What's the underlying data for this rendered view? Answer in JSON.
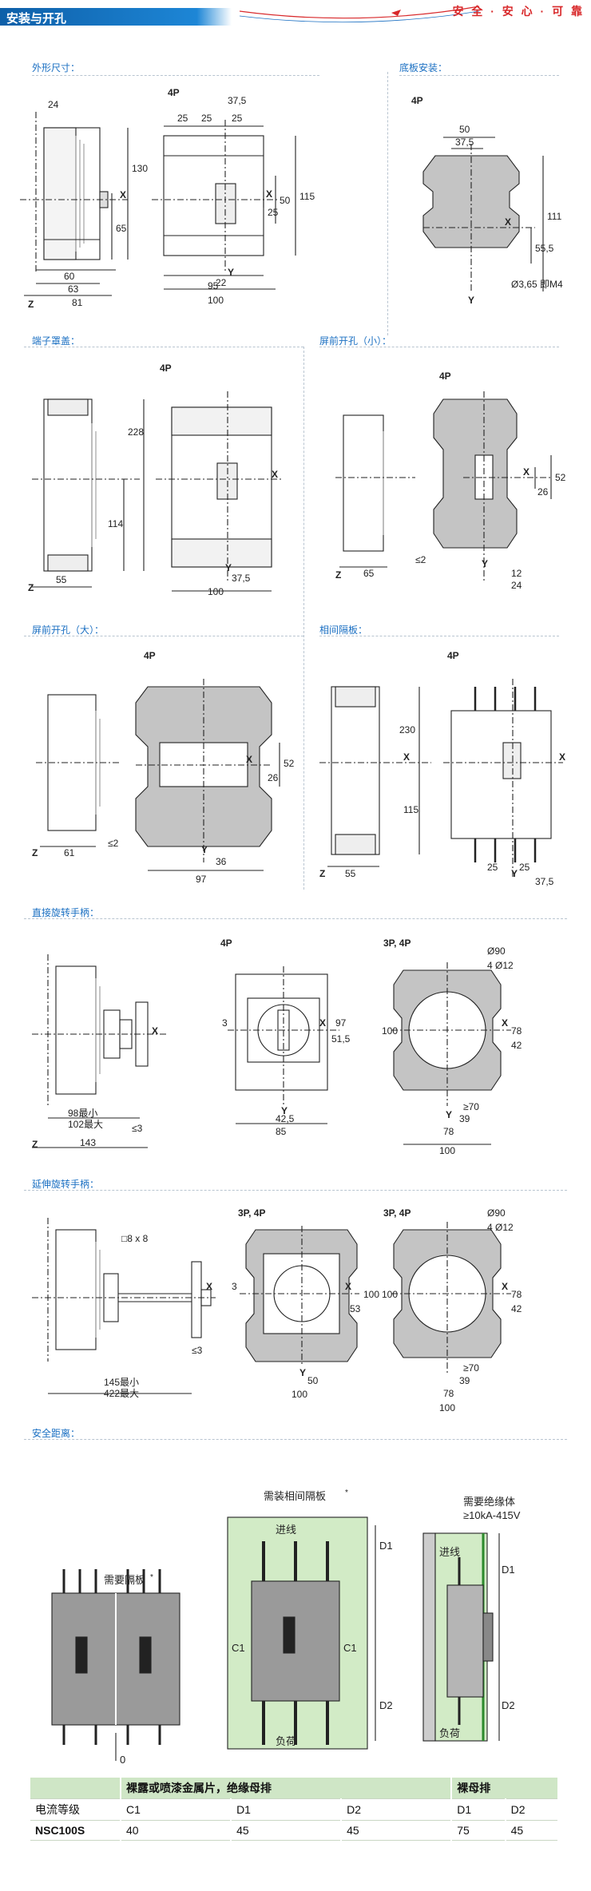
{
  "header": {
    "title": "安装与开孔",
    "brand": "安 全 · 安 心 · 可 靠"
  },
  "sections": {
    "outline": "外形尺寸：",
    "base_mount": "底板安装：",
    "terminal_cover": "端子罩盖：",
    "panel_cut_small": "屏前开孔（小）：",
    "panel_cut_large": "屏前开孔（大）：",
    "phase_barrier": "相间隔板：",
    "direct_handle": "直接旋转手柄：",
    "ext_handle": "延伸旋转手柄：",
    "safety": "安全距离："
  },
  "subtitles": {
    "p4": "4P",
    "p34": "3P, 4P"
  },
  "dims": {
    "d24": "24",
    "d130": "130",
    "d65": "65",
    "d60": "60",
    "d63": "63",
    "d81": "81",
    "d37_5": "37,5",
    "d25": "25",
    "d115": "115",
    "d50": "50",
    "d22": "22",
    "d95": "95",
    "d100": "100",
    "d111": "111",
    "d55_5": "55,5",
    "hole": "Ø3,65 即M4",
    "d228": "228",
    "d114": "114",
    "d55": "55",
    "d52": "52",
    "d26": "26",
    "d12": "12",
    "d2": "≤2",
    "d61": "61",
    "d36": "36",
    "d97": "97",
    "d230": "230",
    "d51_5": "51,5",
    "d42_5": "42,5",
    "d85": "85",
    "d3": "3",
    "d3le": "≤3",
    "d98": "98最小",
    "d102": "102最大",
    "d143": "143",
    "d90": "Ø90",
    "d4x12": "4 Ø12",
    "d78": "78",
    "d42": "42",
    "d70": "≥70",
    "d39": "39",
    "d8x8": "□8 x 8",
    "d145": "145最小",
    "d422": "422最大",
    "d53": "53",
    "x": "X",
    "y": "Y",
    "z": "Z"
  },
  "safety": {
    "barrier_needed": "需要隔板",
    "phase_barrier_needed": "需装相间隔板",
    "insulator_needed": "需要绝缘体",
    "insulator_spec": "≥10kA-415V",
    "line_in": "进线",
    "load": "负荷",
    "d1": "D1",
    "d2": "D2",
    "c1": "C1",
    "zero": "0",
    "mark": "*"
  },
  "table": {
    "header": [
      "",
      "裸露或喷漆金属片，绝缘母排",
      "",
      "",
      "裸母排",
      ""
    ],
    "rows": [
      [
        "电流等级",
        "C1",
        "D1",
        "D2",
        "D1",
        "D2"
      ],
      [
        "NSC100S",
        "40",
        "45",
        "45",
        "75",
        "45"
      ]
    ]
  },
  "colors": {
    "accent": "#1a6fc2",
    "header_blue": "#0e5fa8",
    "grey_fill": "#c4c4c4",
    "green_fill": "#d2ebc6",
    "table_green": "#cfe6c6"
  }
}
